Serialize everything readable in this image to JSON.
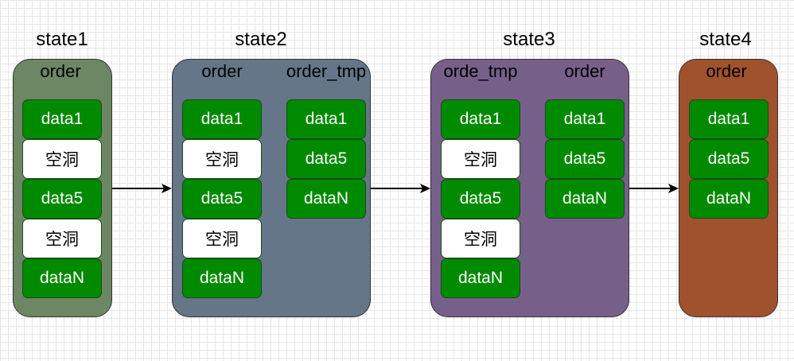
{
  "colors": {
    "data_cell": "#008a00",
    "hole_cell": "#ffffff",
    "state1_bg": "#6d8764",
    "state2_bg": "#647687",
    "state3_bg": "#76608a",
    "state4_bg": "#a0522d"
  },
  "states": [
    {
      "title": "state1",
      "columns": [
        {
          "label": "order",
          "cells": [
            "data1",
            "空洞",
            "data5",
            "空洞",
            "dataN"
          ]
        }
      ]
    },
    {
      "title": "state2",
      "columns": [
        {
          "label": "order",
          "cells": [
            "data1",
            "空洞",
            "data5",
            "空洞",
            "dataN"
          ]
        },
        {
          "label": "order_tmp",
          "cells": [
            "data1",
            "data5",
            "dataN"
          ]
        }
      ]
    },
    {
      "title": "state3",
      "columns": [
        {
          "label": "orde_tmp",
          "cells": [
            "data1",
            "空洞",
            "data5",
            "空洞",
            "dataN"
          ]
        },
        {
          "label": "order",
          "cells": [
            "data1",
            "data5",
            "dataN"
          ]
        }
      ]
    },
    {
      "title": "state4",
      "columns": [
        {
          "label": "order",
          "cells": [
            "data1",
            "data5",
            "dataN"
          ]
        }
      ]
    }
  ]
}
